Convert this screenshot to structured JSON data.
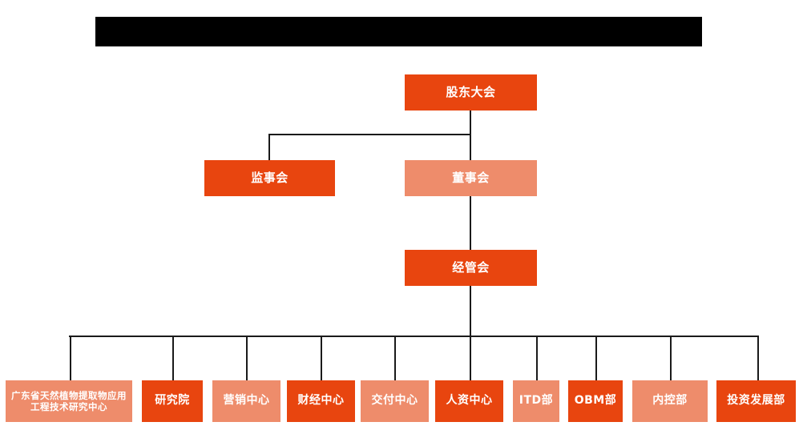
{
  "banner": {
    "name": "redacted-title-bar",
    "text": ""
  },
  "colors": {
    "primary": "#E8450F",
    "secondary": "#EE8C6B",
    "connector": "#1a1a1a",
    "background": "#ffffff",
    "banner": "#000000",
    "text": "#ffffff"
  },
  "chart_data": {
    "type": "org-chart",
    "title": "",
    "levels": [
      {
        "level": 1,
        "nodes": [
          {
            "id": "shareholders",
            "label": "股东大会",
            "style": "primary"
          }
        ]
      },
      {
        "level": 2,
        "nodes": [
          {
            "id": "supervisors",
            "label": "监事会",
            "style": "primary"
          },
          {
            "id": "directors",
            "label": "董事会",
            "style": "secondary"
          }
        ]
      },
      {
        "level": 3,
        "nodes": [
          {
            "id": "management",
            "label": "经管会",
            "style": "primary"
          }
        ]
      },
      {
        "level": 4,
        "nodes": [
          {
            "id": "gd-research-center",
            "label": "广东省天然植物提取物应用工程技术研究中心",
            "style": "secondary"
          },
          {
            "id": "institute",
            "label": "研究院",
            "style": "primary"
          },
          {
            "id": "marketing-center",
            "label": "营销中心",
            "style": "secondary"
          },
          {
            "id": "finance-center",
            "label": "财经中心",
            "style": "primary"
          },
          {
            "id": "delivery-center",
            "label": "交付中心",
            "style": "secondary"
          },
          {
            "id": "hr-center",
            "label": "人资中心",
            "style": "primary"
          },
          {
            "id": "itd-dept",
            "label": "ITD部",
            "style": "secondary"
          },
          {
            "id": "obm-dept",
            "label": "OBM部",
            "style": "primary"
          },
          {
            "id": "internal-control-dept",
            "label": "内控部",
            "style": "secondary"
          },
          {
            "id": "investment-development-dept",
            "label": "投资发展部",
            "style": "primary"
          }
        ]
      }
    ],
    "edges": [
      {
        "from": "shareholders",
        "to": "supervisors"
      },
      {
        "from": "shareholders",
        "to": "directors"
      },
      {
        "from": "directors",
        "to": "management"
      },
      {
        "from": "management",
        "to": "gd-research-center"
      },
      {
        "from": "management",
        "to": "institute"
      },
      {
        "from": "management",
        "to": "marketing-center"
      },
      {
        "from": "management",
        "to": "finance-center"
      },
      {
        "from": "management",
        "to": "delivery-center"
      },
      {
        "from": "management",
        "to": "hr-center"
      },
      {
        "from": "management",
        "to": "itd-dept"
      },
      {
        "from": "management",
        "to": "obm-dept"
      },
      {
        "from": "management",
        "to": "internal-control-dept"
      },
      {
        "from": "management",
        "to": "investment-development-dept"
      }
    ]
  }
}
